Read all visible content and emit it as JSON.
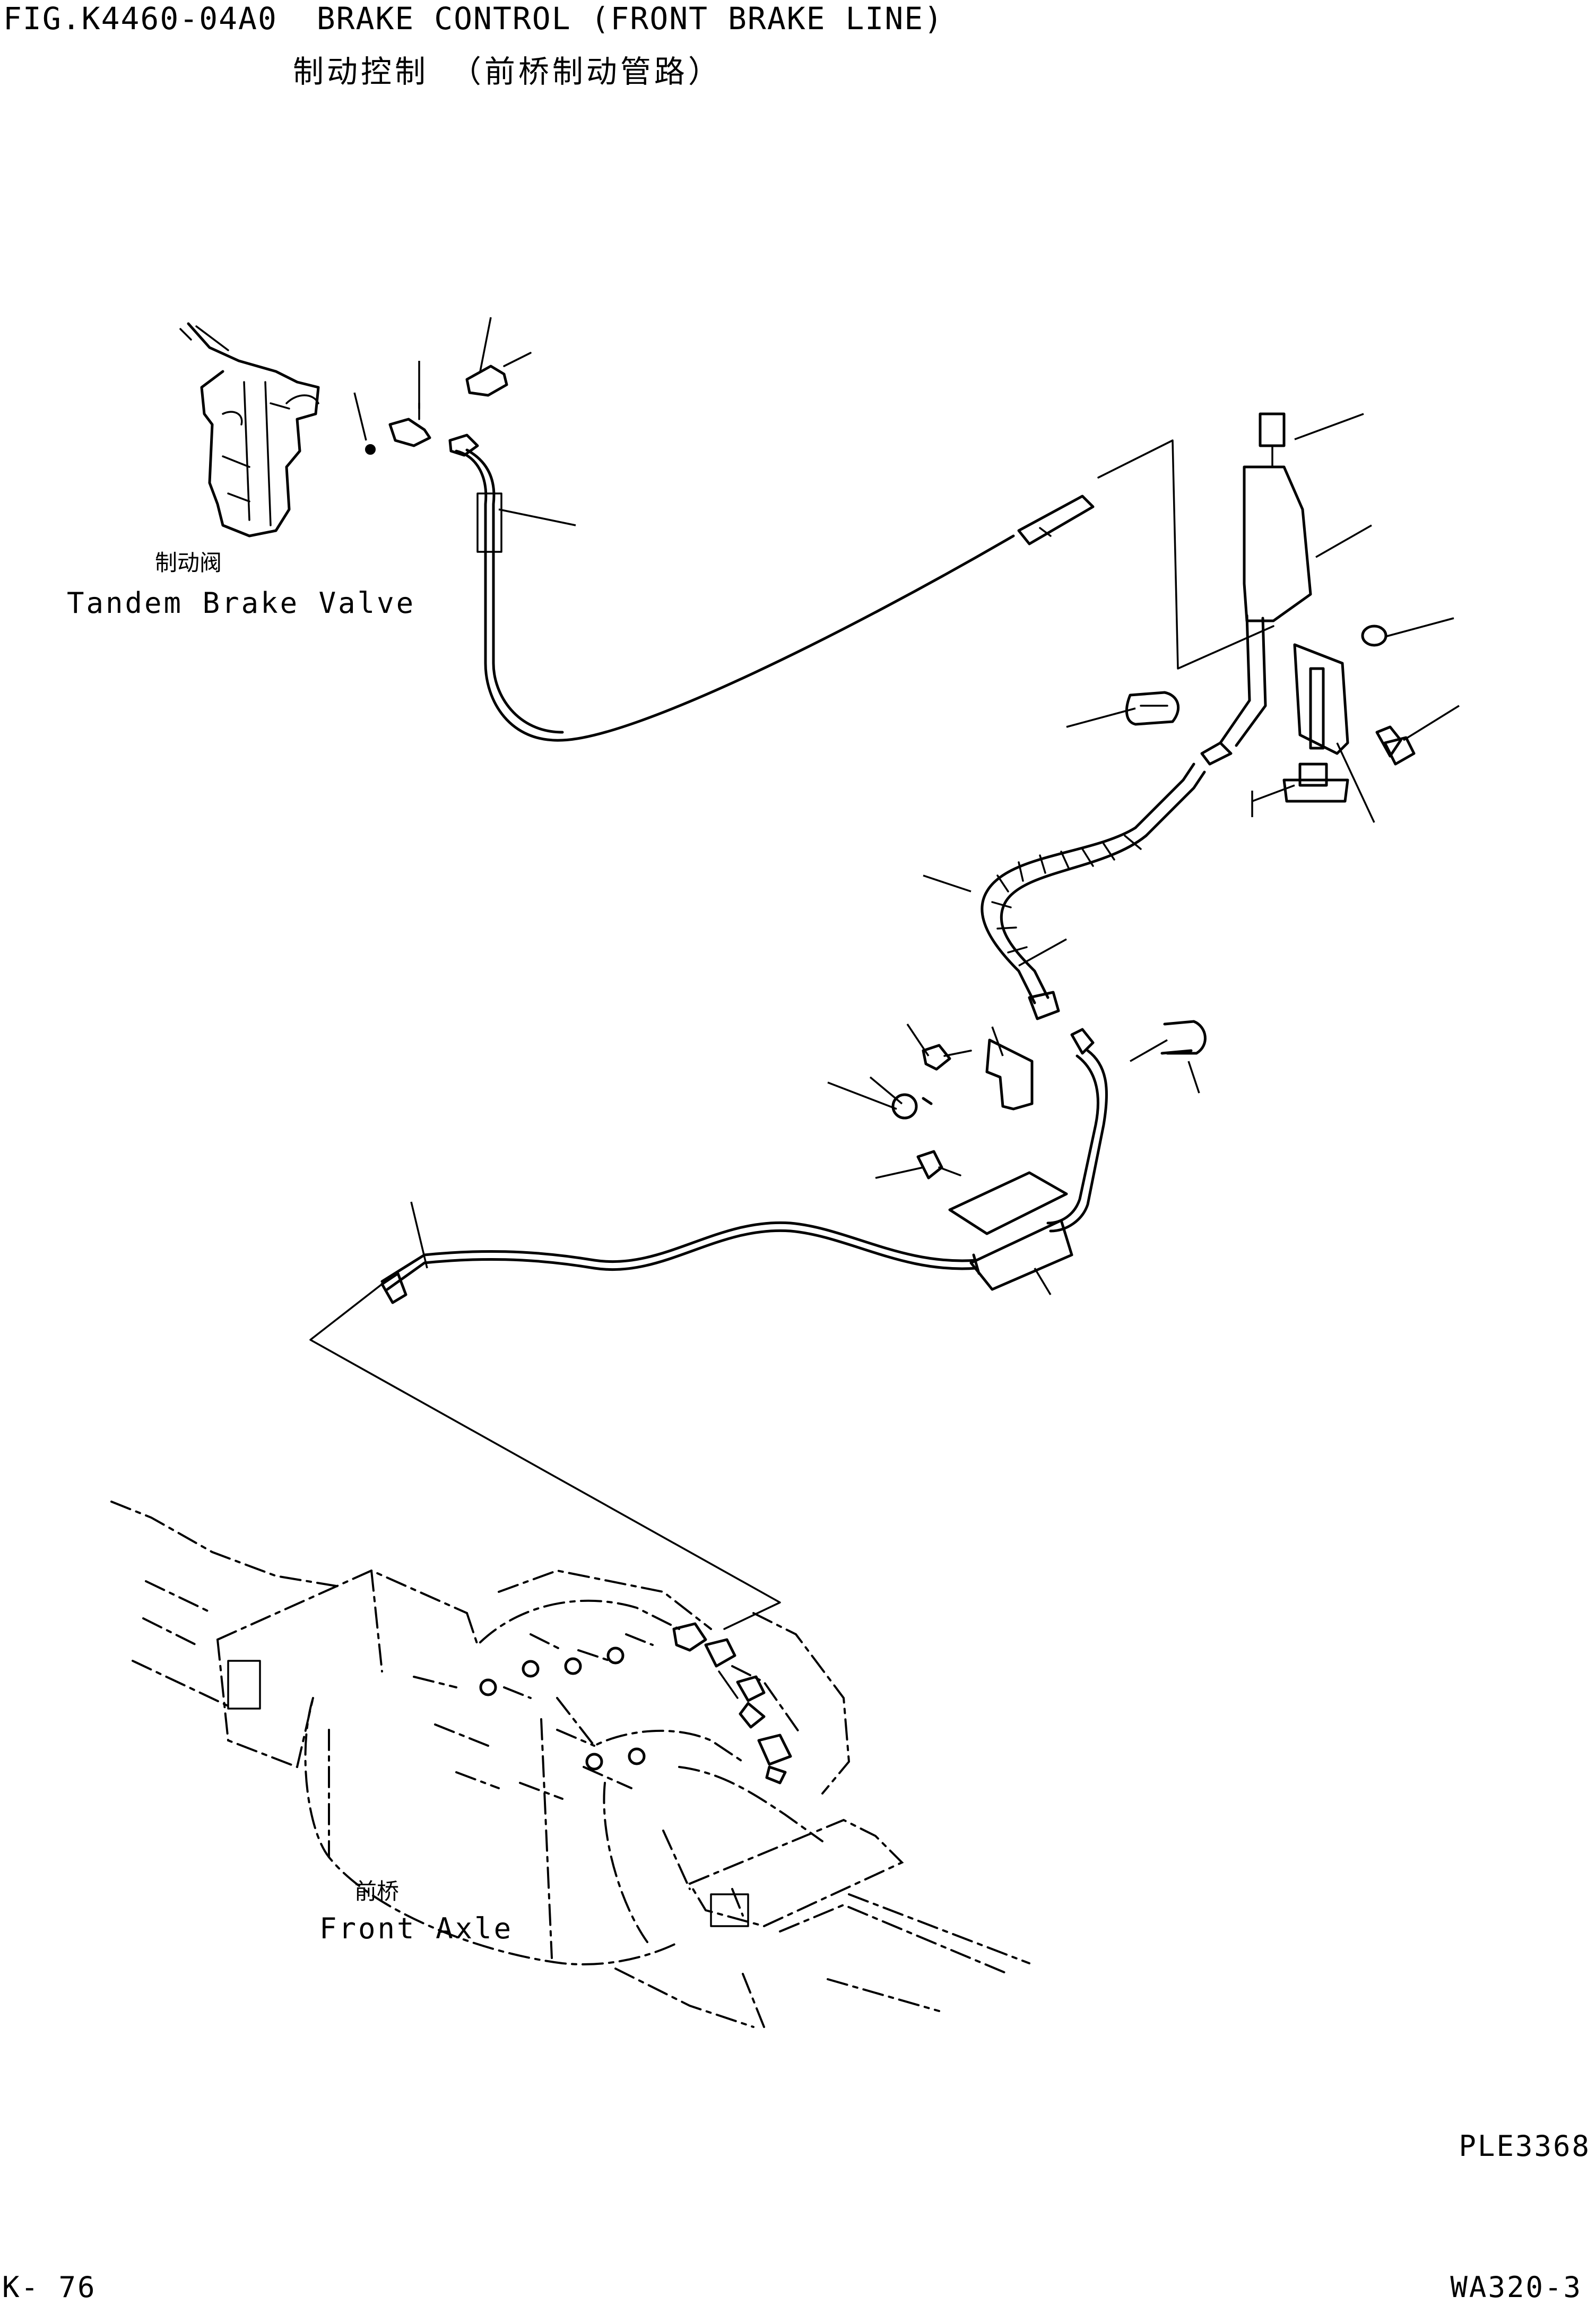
{
  "header": {
    "title_en": "FIG.K4460-04A0  BRAKE CONTROL (FRONT BRAKE LINE)",
    "title_cn": "制动控制 （前桥制动管路）"
  },
  "labels": {
    "tandem_brake_valve_cn": "制动阀",
    "tandem_brake_valve_en": "Tandem Brake Valve",
    "front_axle_cn": "前桥",
    "front_axle_en": "Front Axle"
  },
  "footer": {
    "drawing_code": "PLE3368",
    "page_number": "K- 76",
    "model": "WA320-3"
  }
}
